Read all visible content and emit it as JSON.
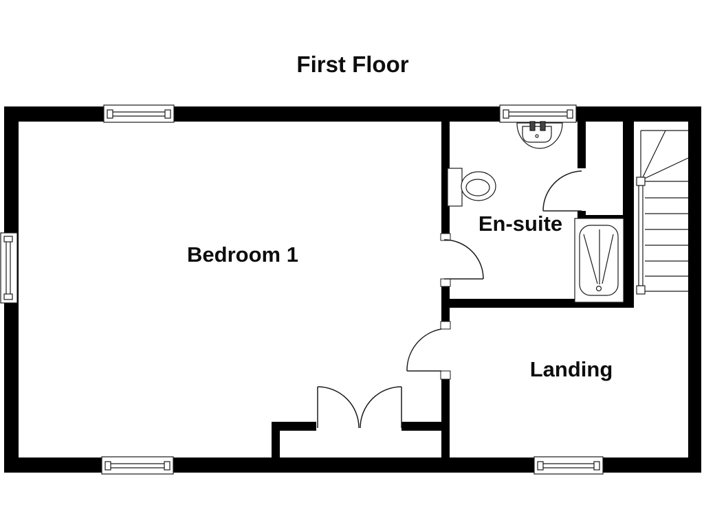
{
  "title": "First Floor",
  "rooms": [
    {
      "name": "Bedroom 1"
    },
    {
      "name": "En-suite"
    },
    {
      "name": "Landing"
    }
  ],
  "fixtures": {
    "basin": "wash-basin",
    "toilet": "toilet",
    "bath": "bathtub",
    "stairs": "staircase-with-winders"
  },
  "elements": {
    "windows": 5,
    "single_doors": 3,
    "double_doors": 1
  },
  "colors": {
    "background": "#ffffff",
    "wall": "#000000",
    "line": "#1a1a1a",
    "text": "#0d0d0d"
  }
}
